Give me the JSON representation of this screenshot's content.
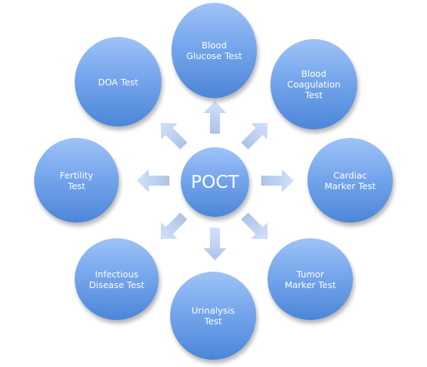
{
  "diagram": {
    "center": {
      "label": "POCT"
    },
    "nodes": [
      {
        "id": "blood-glucose",
        "label": "Blood\nGlucose Test"
      },
      {
        "id": "blood-coagulation",
        "label": "Blood\nCoagulation\nTest"
      },
      {
        "id": "cardiac-marker",
        "label": "Cardiac\nMarker Test"
      },
      {
        "id": "tumor-marker",
        "label": "Tumor\nMarker Test"
      },
      {
        "id": "urinalysis",
        "label": "Urinalysis\nTest"
      },
      {
        "id": "infectious-disease",
        "label": "Infectious\nDisease Test"
      },
      {
        "id": "fertility",
        "label": "Fertility\nTest"
      },
      {
        "id": "doa",
        "label": "DOA Test"
      }
    ],
    "colors": {
      "node_top": "#9ec3f7",
      "node_bottom": "#4c86d8",
      "arrow_light": "#c9dbf7",
      "arrow_dark": "#a9c0e6",
      "text": "#ffffff"
    }
  }
}
